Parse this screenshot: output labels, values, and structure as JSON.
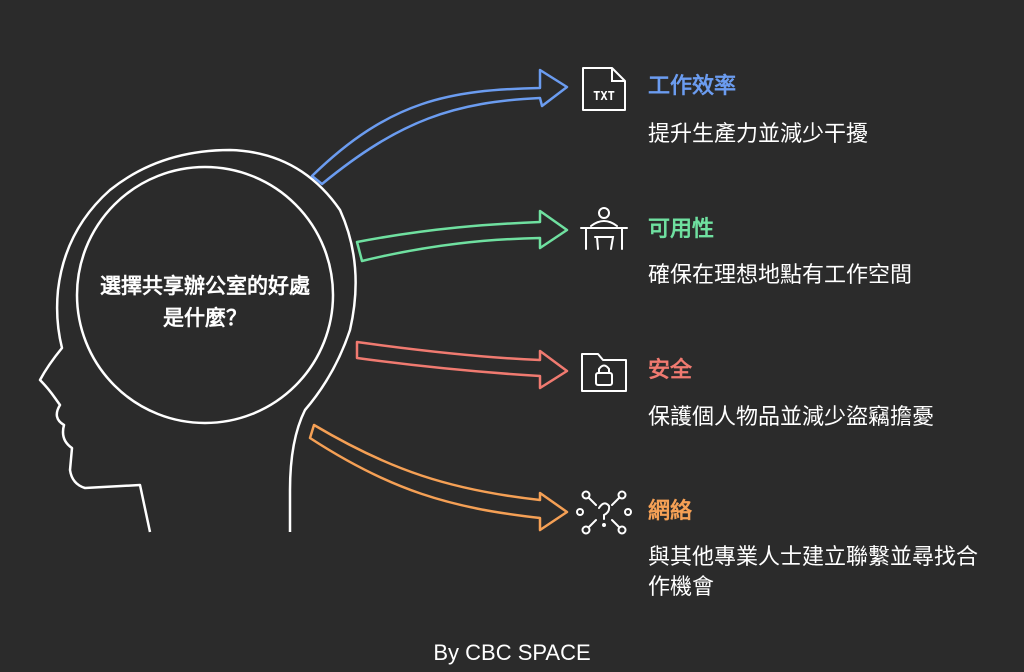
{
  "center_question": "選擇共享辦公室的好處是什麼？",
  "items": [
    {
      "title": "工作效率",
      "description": "提升生產力並減少干擾",
      "color": "#6b9cf0",
      "icon": "txt-file-icon",
      "icon_text": "TXT"
    },
    {
      "title": "可用性",
      "description": "確保在理想地點有工作空間",
      "color": "#6fe0a0",
      "icon": "desk-icon"
    },
    {
      "title": "安全",
      "description": "保護個人物品並減少盜竊擔憂",
      "color": "#f07a70",
      "icon": "locked-folder-icon"
    },
    {
      "title": "網絡",
      "description": "與其他專業人士建立聯繫並尋找合作機會",
      "color": "#f5a055",
      "icon": "network-icon"
    }
  ],
  "footer": "By CBC SPACE"
}
